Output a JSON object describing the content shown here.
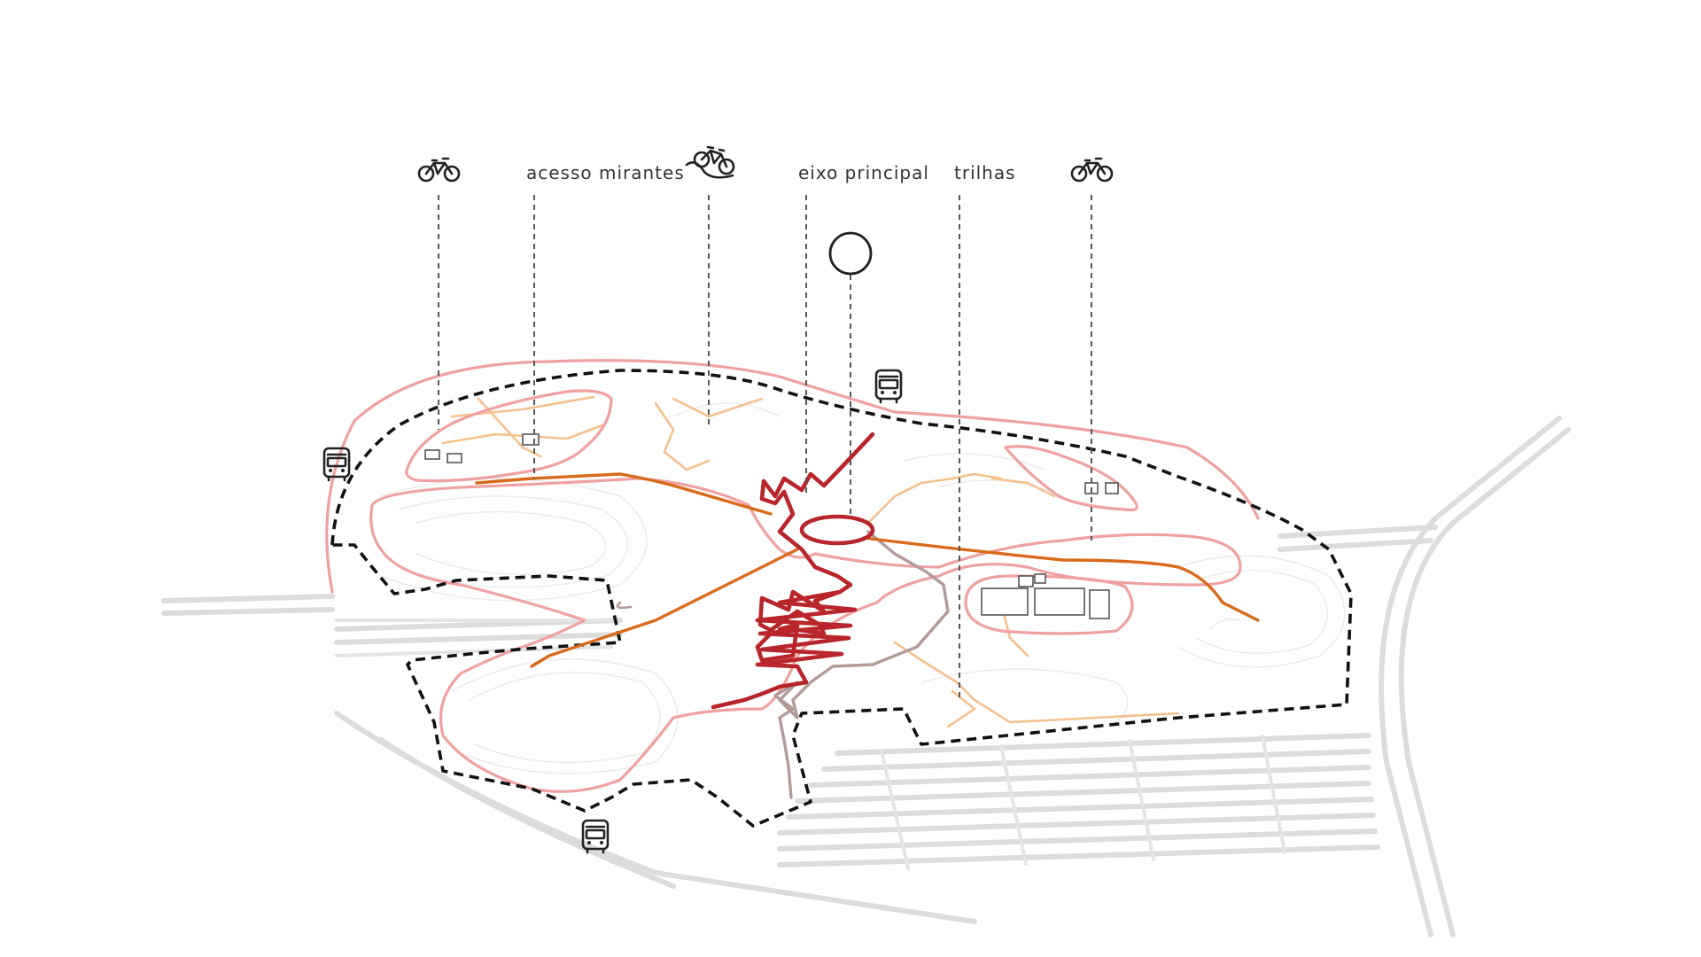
{
  "labels": {
    "acesso_mirantes": "acesso mirantes",
    "eixo_principal": "eixo principal",
    "trilhas": "trilhas"
  },
  "icons": {
    "bike": "bicycle-icon",
    "bike_hill": "bicycle-hill-icon",
    "bus": "bus-icon",
    "viewpoint": "circle-viewpoint-icon"
  },
  "colors": {
    "background": "#ffffff",
    "context_lines": "#dcdcdc",
    "perimeter_pink": "#f0a0a0",
    "boundary_dashed": "#111111",
    "main_axis": "#b8252a",
    "orange_path": "#d96a1c",
    "light_trail": "#f5c08c",
    "brown_path": "#b29a98",
    "leader_lines": "#555555"
  }
}
